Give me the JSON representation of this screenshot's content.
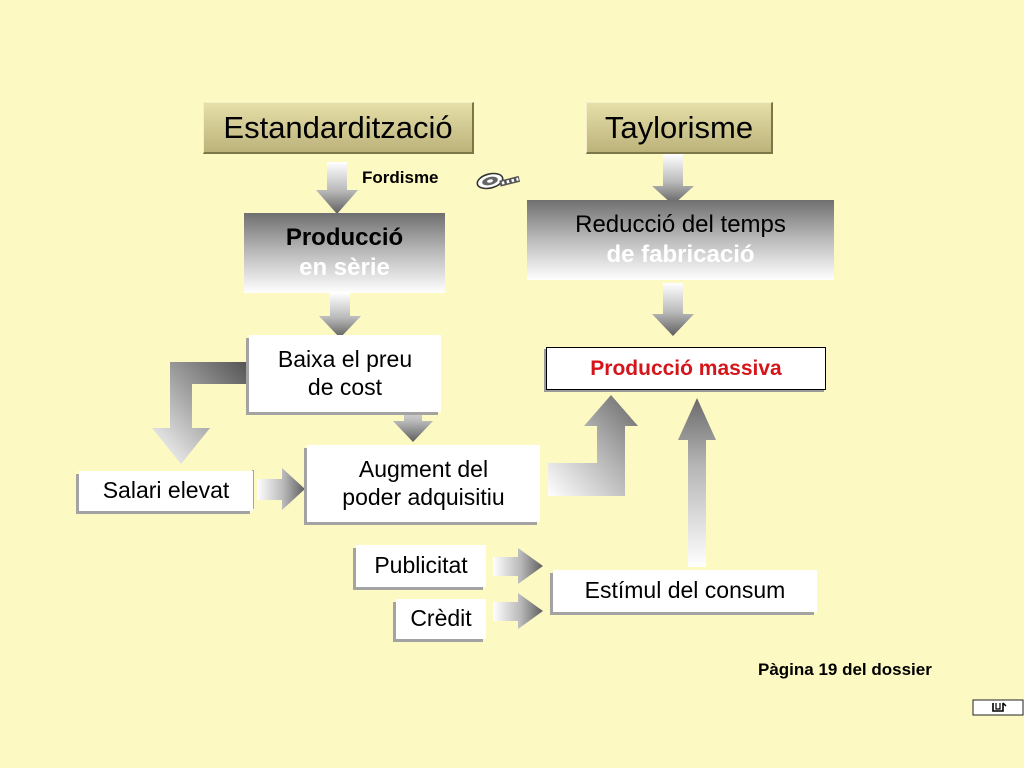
{
  "nodes": {
    "estandarditzacio": "Estandardització",
    "taylorisme": "Taylorisme",
    "fordisme": "Fordisme",
    "produccio_serie": {
      "line1": "Producció",
      "line2": "en sèrie"
    },
    "reduccio_temps": {
      "line1": "Reducció del temps",
      "line2": "de fabricació"
    },
    "baixa_preu": {
      "line1": "Baixa el preu",
      "line2": "de cost"
    },
    "produccio_massiva": "Producció massiva",
    "salari_elevat": "Salari elevat",
    "augment_poder": {
      "line1": "Augment del",
      "line2": "poder adquisitiu"
    },
    "publicitat": "Publicitat",
    "credit": "Crèdit",
    "estimul_consum": "Estímul del consum"
  },
  "footer": {
    "page_ref": "Pàgina 19 del dossier"
  },
  "colors": {
    "background": "#fcf9c2",
    "accent_red": "#d4161b"
  },
  "icons": {
    "film": "film-reel-icon",
    "return": "return-icon"
  }
}
